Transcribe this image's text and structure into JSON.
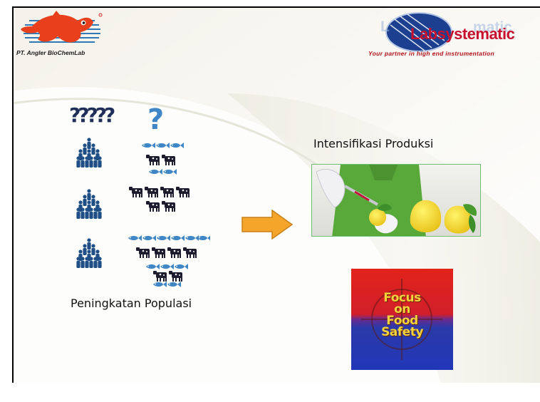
{
  "header": {
    "left_logo": {
      "caption": "PT. Angler BioChemLab",
      "icon": "red-fish-icon"
    },
    "right_logo": {
      "wordmark": "Labsystematic",
      "tagline": "Your partner in high end instrumentation",
      "icon": "globe-swirl-icon"
    }
  },
  "left": {
    "question_marks": "?????",
    "single_question": "?",
    "caption": "Peningkatan Populasi",
    "icons": [
      "people-crowd-icon",
      "fish-icon",
      "cow-icon"
    ]
  },
  "arrow": {
    "icon": "right-arrow-icon",
    "color": "#f4a52a"
  },
  "right": {
    "caption": "Intensifikasi Produksi",
    "photo": "scientist-injecting-citrus-fruit",
    "badge_lines": [
      "Focus",
      "on",
      "Food",
      "Safety"
    ]
  },
  "colors": {
    "people": "#1f4f86",
    "fish": "#3f86c6",
    "cattle": "#1c1c2e",
    "accent": "#f4a52a"
  }
}
